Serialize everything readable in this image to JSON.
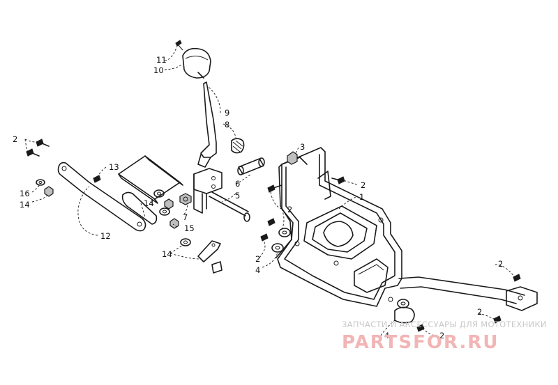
{
  "callouts": {
    "c1": "1",
    "c2": "2",
    "c3": "3",
    "c4": "4",
    "c5": "5",
    "c6": "6",
    "c7": "7",
    "c8": "8",
    "c9": "9",
    "c10": "10",
    "c11": "11",
    "c12": "12",
    "c13": "13",
    "c14": "14",
    "c15": "15",
    "c16": "16"
  },
  "watermark": {
    "tagline": "ЗАПЧАСТИ И АКСЕССУАРЫ ДЛЯ МОТОТЕХНИКИ",
    "brand": "PARTSFOR.RU"
  }
}
